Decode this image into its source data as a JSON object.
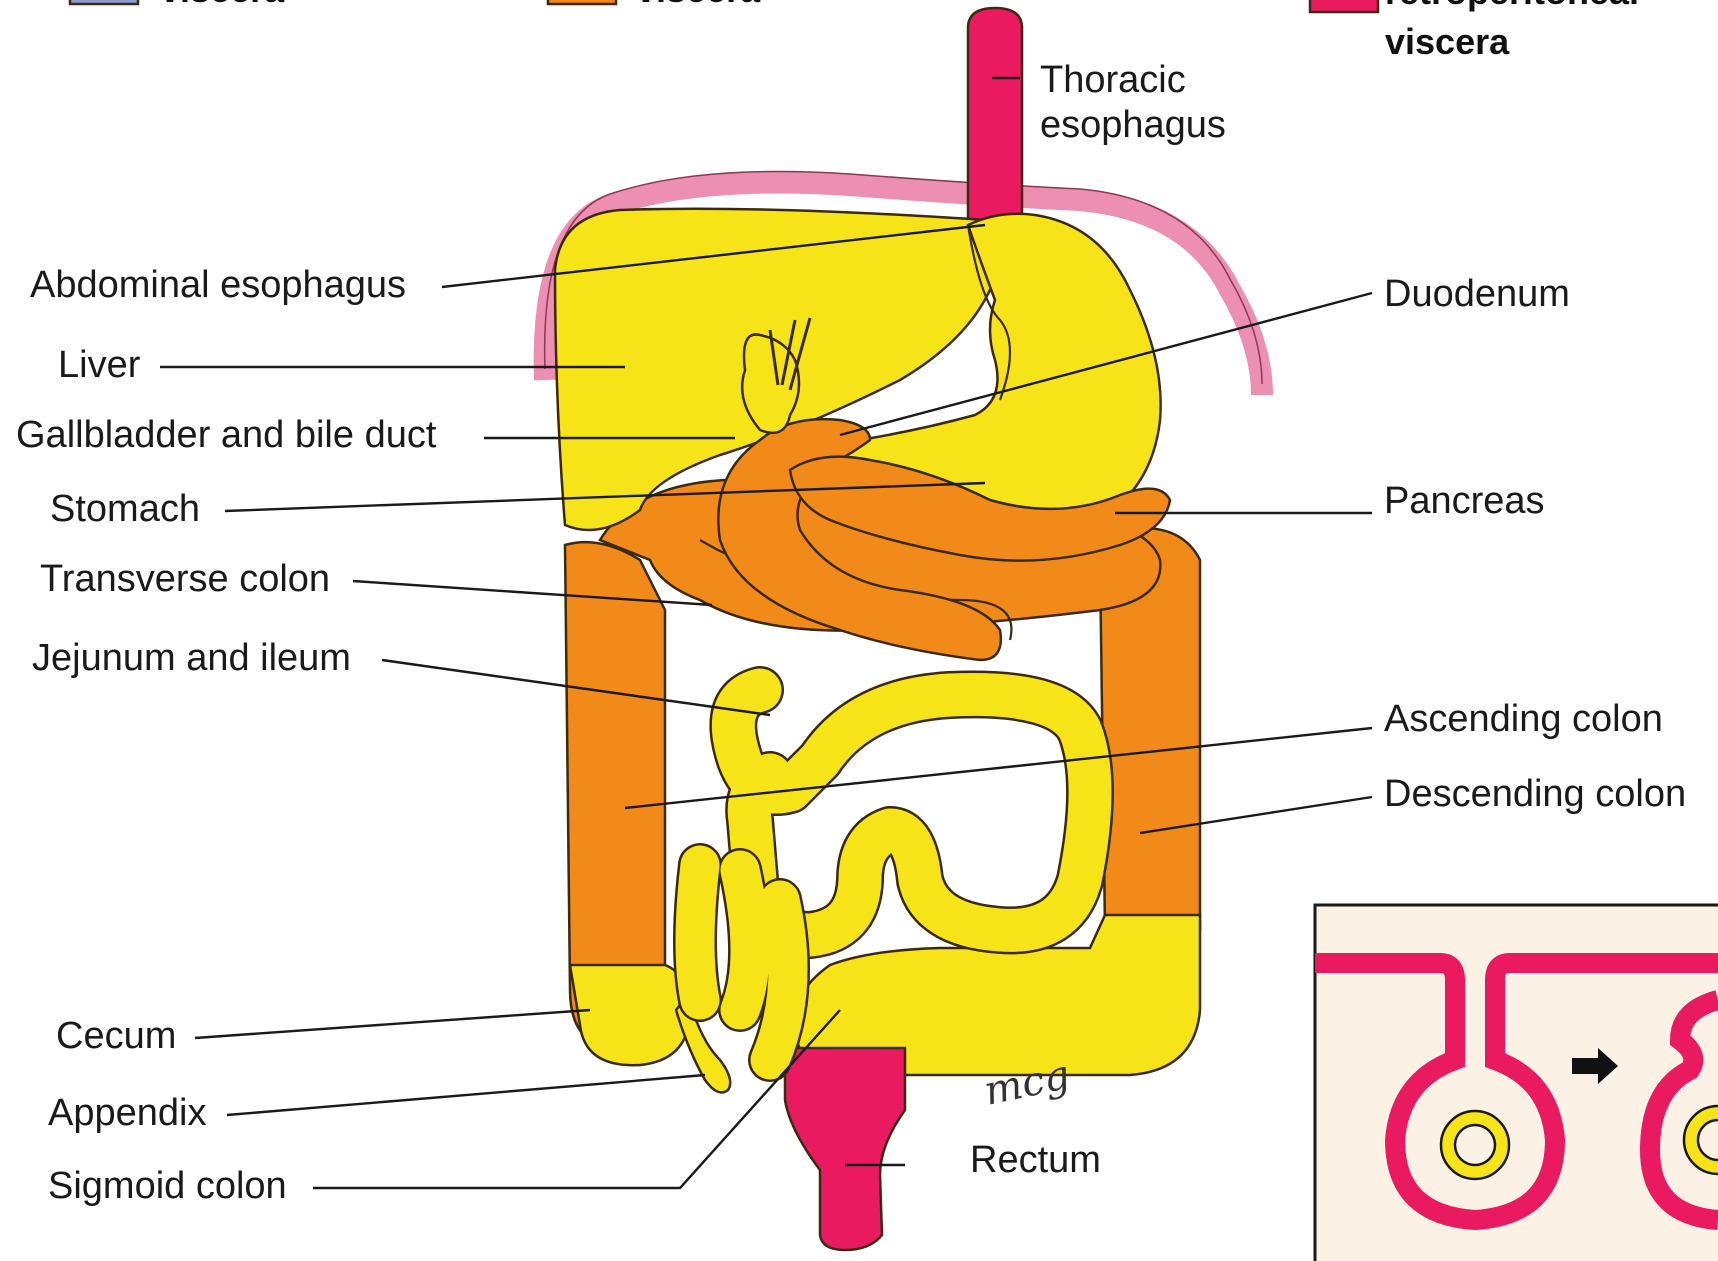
{
  "legend": {
    "item1": "viscera",
    "item2": "viscera",
    "item3_line1": "retroperitoneal",
    "item3_line2": "viscera"
  },
  "labels": {
    "thoracic_esophagus_1": "Thoracic",
    "thoracic_esophagus_2": "esophagus",
    "abdominal_esophagus": "Abdominal esophagus",
    "liver": "Liver",
    "gallbladder": "Gallbladder and bile duct",
    "stomach": "Stomach",
    "transverse_colon": "Transverse colon",
    "jejunum_ileum": "Jejunum and ileum",
    "cecum": "Cecum",
    "appendix": "Appendix",
    "sigmoid_colon": "Sigmoid colon",
    "rectum": "Rectum",
    "duodenum": "Duodenum",
    "pancreas": "Pancreas",
    "ascending_colon": "Ascending colon",
    "descending_colon": "Descending colon"
  },
  "signature": "mcg",
  "colors": {
    "intraperitoneal": "#f7e418",
    "secondarily_retroperitoneal": "#f28a1a",
    "retroperitoneal": "#ea1a60",
    "peritoneum": "#ec8fb2",
    "inset_background": "#fbf1e4"
  }
}
